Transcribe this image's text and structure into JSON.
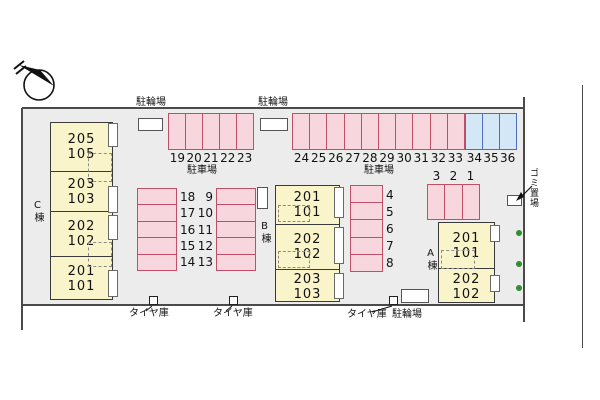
{
  "labels": {
    "bicycle_parking_top_left": "駐輪場",
    "bicycle_parking_top_right": "駐輪場",
    "car_parking_left": "駐車場",
    "car_parking_right": "駐車場",
    "tire_storage_1": "タイヤ庫",
    "tire_storage_2": "タイヤ庫",
    "tire_storage_3": "タイヤ庫",
    "bicycle_parking_bottom": "駐輪場",
    "garbage_area": "ゴミ置場"
  },
  "parking": {
    "row_top_left": [
      "19",
      "20",
      "21",
      "22",
      "23"
    ],
    "row_top_right_pink": [
      "24",
      "25",
      "26",
      "27",
      "28",
      "29",
      "30",
      "31",
      "32",
      "33"
    ],
    "row_top_right_blue": [
      "34",
      "35",
      "36"
    ],
    "column_mid_west": [
      "18",
      "17",
      "16",
      "15",
      "14"
    ],
    "column_mid_east": [
      "9",
      "10",
      "11",
      "12",
      "13"
    ],
    "column_center": [
      "4",
      "5",
      "6",
      "7",
      "8"
    ],
    "row_south": [
      "3",
      "2",
      "1"
    ]
  },
  "buildings": {
    "c": {
      "name": "C棟",
      "units": [
        {
          "upper": "205",
          "lower": "105"
        },
        {
          "upper": "203",
          "lower": "103"
        },
        {
          "upper": "202",
          "lower": "102"
        },
        {
          "upper": "201",
          "lower": "101"
        }
      ]
    },
    "b": {
      "name": "B棟",
      "units": [
        {
          "upper": "201",
          "lower": "101"
        },
        {
          "upper": "202",
          "lower": "102"
        },
        {
          "upper": "203",
          "lower": "103"
        }
      ]
    },
    "a": {
      "name": "A棟",
      "units": [
        {
          "upper": "201",
          "lower": "101"
        },
        {
          "upper": "202",
          "lower": "102"
        }
      ]
    }
  },
  "icons": {
    "compass": "north-arrow-icon"
  },
  "colors": {
    "site_fill": "#ececec",
    "stall_pink_fill": "#f7d6dd",
    "stall_pink_border": "#c0506a",
    "stall_blue_fill": "#d3e7f6",
    "stall_blue_border": "#4f6fbe",
    "building_fill": "#faf4cb",
    "boundary_line": "#4a4a4a",
    "plant_dot": "#2f8f2f"
  }
}
